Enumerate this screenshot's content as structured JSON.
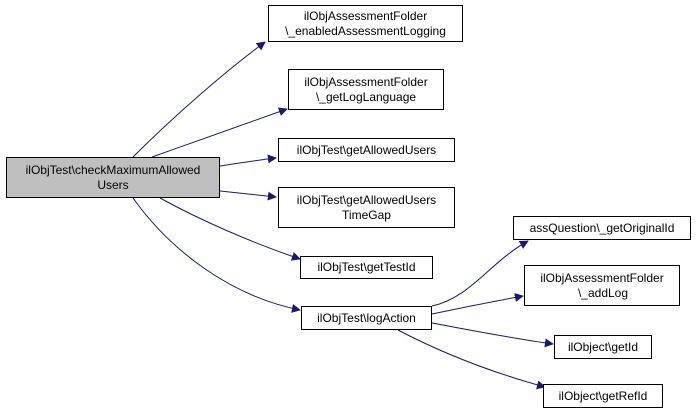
{
  "graph": {
    "edge_color": "#191970",
    "nodes": {
      "root": [
        "ilObjTest\\checkMaximumAllowed",
        "Users"
      ],
      "enabledLogging": [
        "ilObjAssessmentFolder",
        "\\_enabledAssessmentLogging"
      ],
      "getLogLanguage": [
        "ilObjAssessmentFolder",
        "\\_getLogLanguage"
      ],
      "getAllowedUsers": [
        "ilObjTest\\getAllowedUsers"
      ],
      "getAllowedUsersTimeGap": [
        "ilObjTest\\getAllowedUsers",
        "TimeGap"
      ],
      "getTestId": [
        "ilObjTest\\getTestId"
      ],
      "logAction": [
        "ilObjTest\\logAction"
      ],
      "getOriginalId": [
        "assQuestion\\_getOriginalId"
      ],
      "addLog": [
        "ilObjAssessmentFolder",
        "\\_addLog"
      ],
      "getId": [
        "ilObject\\getId"
      ],
      "getRefId": [
        "ilObject\\getRefId"
      ]
    }
  }
}
